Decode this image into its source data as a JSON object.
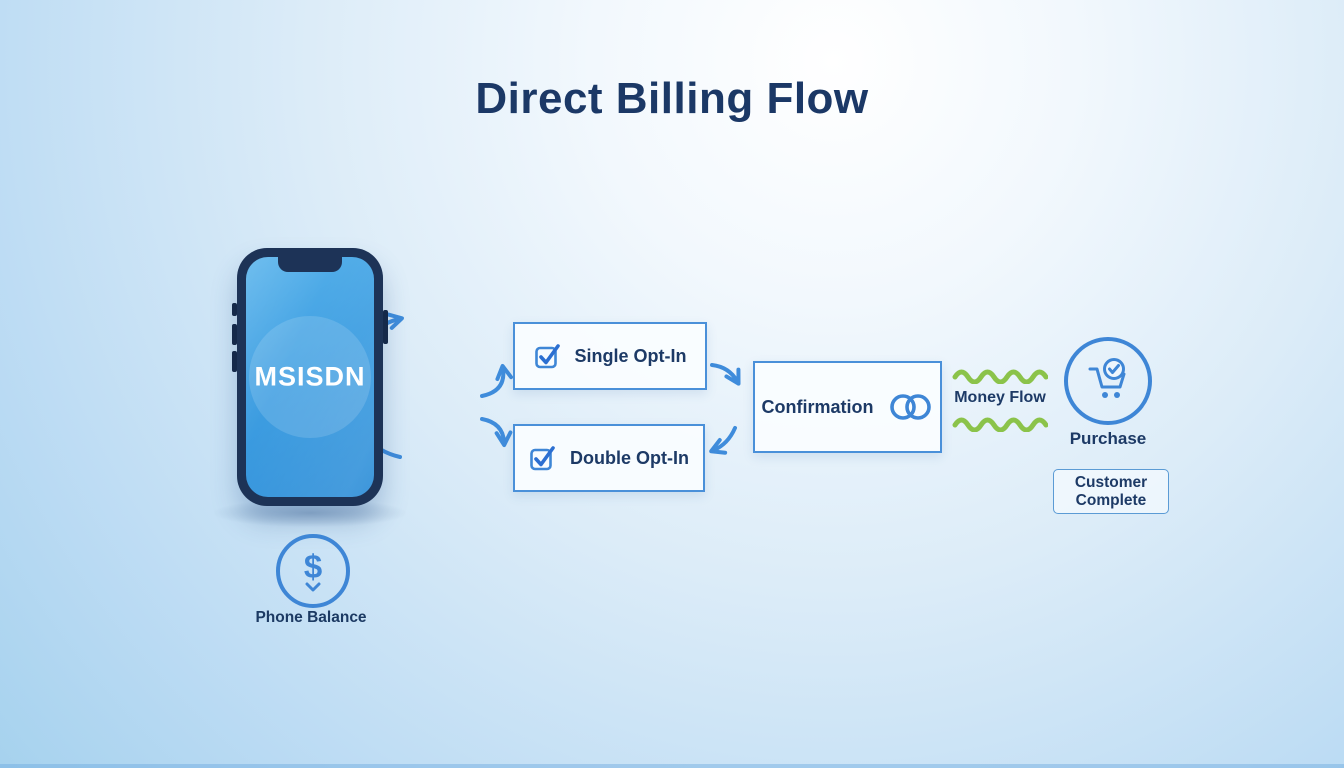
{
  "title": "Direct Billing Flow",
  "phone": {
    "screen_label": "MSISDN",
    "balance_label": "Phone Balance",
    "dollar_glyph": "$"
  },
  "nodes": {
    "single_opt_in": {
      "label": "Single Opt-In"
    },
    "double_opt_in": {
      "label": "Double Opt-In"
    },
    "confirmation": {
      "label": "Confirmation"
    },
    "money_flow": {
      "label": "Money Flow"
    },
    "purchase": {
      "label": "Purchase"
    },
    "customer_complete": {
      "label": "Customer\nComplete"
    }
  },
  "icons": {
    "opt_in_checkbox": "checked-checkbox",
    "link": "interlocked-circles",
    "cart": "shopping-cart-with-check",
    "dollar": "$",
    "chevron_down": "v",
    "money_wave": "green-sine-wave"
  },
  "colors": {
    "navy_text": "#1b3866",
    "accent_blue": "#3e86d6",
    "arrow_blue": "#3f8cdb",
    "wave_green": "#8bc34a",
    "phone_frame": "#1d3357",
    "screen_blue": "#3f9fe2",
    "background_blue": "#a6d2ee"
  }
}
